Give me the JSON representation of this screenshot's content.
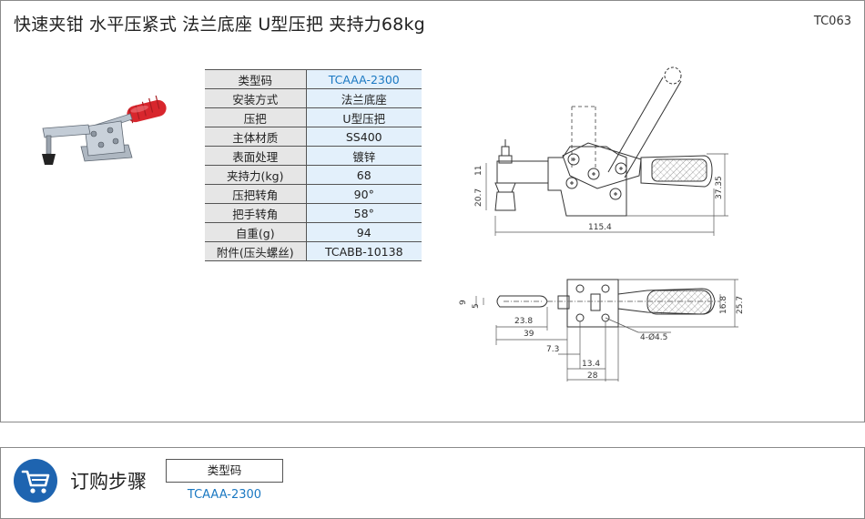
{
  "header": {
    "title": "快速夹钳  水平压紧式  法兰底座  U型压把  夹持力68kg",
    "code": "TC063"
  },
  "spec_table": [
    {
      "label": "类型码",
      "value": "TCAAA-2300"
    },
    {
      "label": "安装方式",
      "value": "法兰底座"
    },
    {
      "label": "压把",
      "value": "U型压把"
    },
    {
      "label": "主体材质",
      "value": "SS400"
    },
    {
      "label": "表面处理",
      "value": "镀锌"
    },
    {
      "label": "夹持力(kg)",
      "value": "68"
    },
    {
      "label": "压把转角",
      "value": "90°"
    },
    {
      "label": "把手转角",
      "value": "58°"
    },
    {
      "label": "自重(g)",
      "value": "94"
    },
    {
      "label": "附件(压头螺丝)",
      "value": "TCABB-10138"
    }
  ],
  "drawing_side": {
    "dim_11": "11",
    "dim_20_7": "20.7",
    "dim_37_35": "37.35",
    "dim_115_4": "115.4"
  },
  "drawing_top": {
    "dim_9": "9",
    "dim_5": "5",
    "dim_23_8": "23.8",
    "dim_39": "39",
    "dim_7_3": "7.3",
    "dim_13_4": "13.4",
    "dim_28": "28",
    "dim_16_8": "16.8",
    "dim_25_7": "25.7",
    "hole_label": "4-Ø4.5"
  },
  "order": {
    "title": "订购步骤",
    "type_label": "类型码",
    "type_value": "TCAAA-2300"
  },
  "colors": {
    "accent_blue": "#1a78c2",
    "cart_blue": "#1e64b0",
    "grip_red": "#d8262d",
    "table_key_bg": "#e6e6e6",
    "table_value_bg": "#e3f0fb"
  },
  "icons": {
    "order": "shopping-cart-icon"
  }
}
